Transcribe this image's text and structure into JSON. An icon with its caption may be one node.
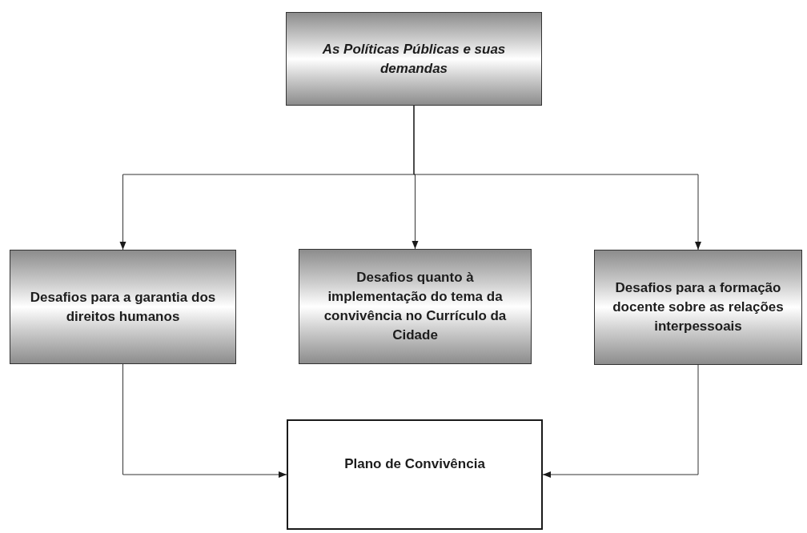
{
  "diagram": {
    "nodes": [
      {
        "text": [
          "As Políticas Públicas e suas demandas"
        ]
      },
      {
        "text": [
          "Desafios para a garantia dos direitos humanos"
        ]
      },
      {
        "text": [
          "Desafios quanto à implementação do tema da convivência no Currículo da Cidade"
        ]
      },
      {
        "text": [
          "Desafios para a formação docente sobre as relações interpessoais"
        ]
      },
      {
        "text": [
          "Plano de Convivência"
        ]
      }
    ],
    "edges": [
      {
        "from": 0,
        "to": 1,
        "arrow": "to"
      },
      {
        "from": 0,
        "to": 2,
        "arrow": "to"
      },
      {
        "from": 0,
        "to": 3,
        "arrow": "to"
      },
      {
        "from": 1,
        "to": 4,
        "arrow": "to"
      },
      {
        "from": 3,
        "to": 4,
        "arrow": "to"
      }
    ]
  }
}
